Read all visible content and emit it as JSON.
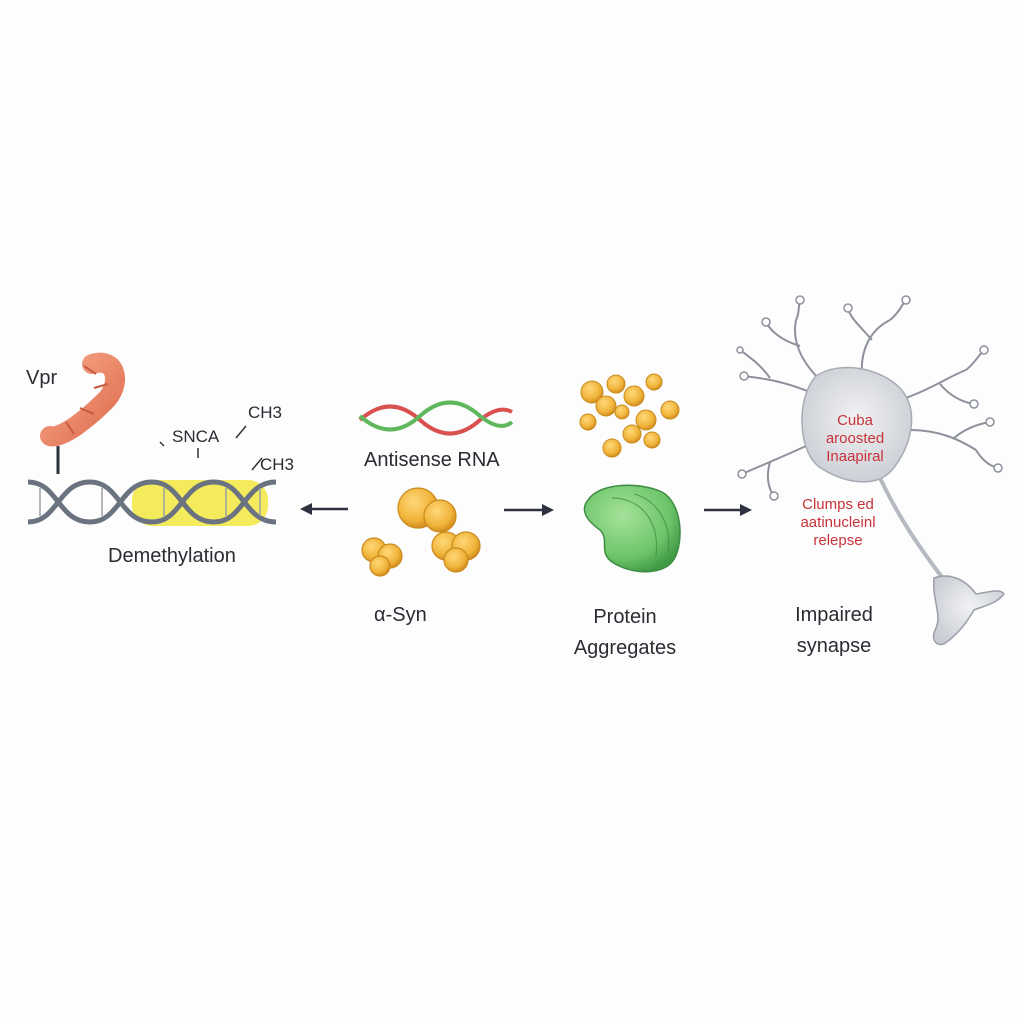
{
  "labels": {
    "vpr": "Vpr",
    "snca": "SNCA",
    "ch3_a": "CH3",
    "ch3_b": "CH3",
    "demethylation": "Demethylation",
    "antisense": "Antisense RNA",
    "asyn": "α-Syn",
    "protein_line1": "Protein",
    "protein_line2": "Aggregates",
    "impaired_line1": "Impaired",
    "impaired_line2": "synapse",
    "neuron_text": [
      "Cuba",
      "aroosted",
      "Inaapiral"
    ],
    "clumps_text": [
      "Clumps ed",
      "aatinucleinl",
      "relepse"
    ]
  },
  "colors": {
    "dna": "#6b7380",
    "highlight": "#f2e94a",
    "vpr": "#ee8a6c",
    "protein_gold": "#f0b43a",
    "aggregate_green": "#6cc46a",
    "rna_red": "#d9504f",
    "rna_green": "#5fb85d",
    "neuron": "#d6d8dd",
    "arrow": "#2d3140"
  }
}
